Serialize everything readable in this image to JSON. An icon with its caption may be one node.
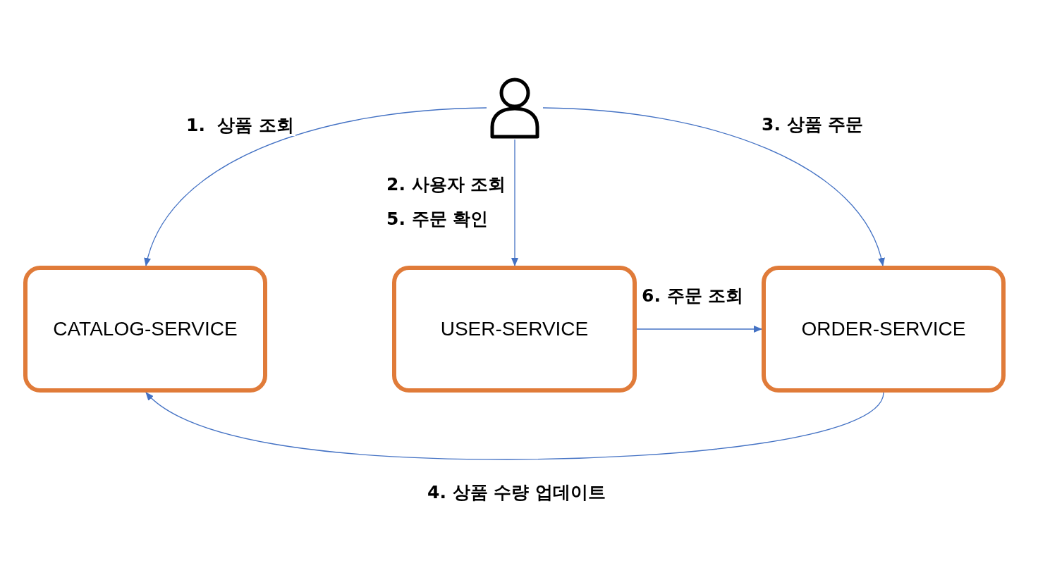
{
  "diagram": {
    "nodes": [
      {
        "text": [],
        "shape": "person"
      },
      {
        "text": [
          "CATALOG-SERVICE"
        ]
      },
      {
        "text": [
          "USER-SERVICE"
        ]
      },
      {
        "text": [
          "ORDER-SERVICE"
        ]
      }
    ],
    "edges": [
      {
        "from": 0,
        "to": 1,
        "arrow": "to",
        "label": "1.  상품 조회"
      },
      {
        "from": 0,
        "to": 2,
        "arrow": "to",
        "label": "2. 사용자 조회"
      },
      {
        "from": 0,
        "to": 3,
        "arrow": "to",
        "label": "3. 상품 주문"
      },
      {
        "from": 3,
        "to": 1,
        "arrow": "to",
        "label": "4. 상품 수량 업데이트"
      },
      {
        "from": 2,
        "to": 3,
        "arrow": "to",
        "label": "6. 주문 조회"
      }
    ],
    "labels": [
      "5. 주문 확인"
    ]
  }
}
